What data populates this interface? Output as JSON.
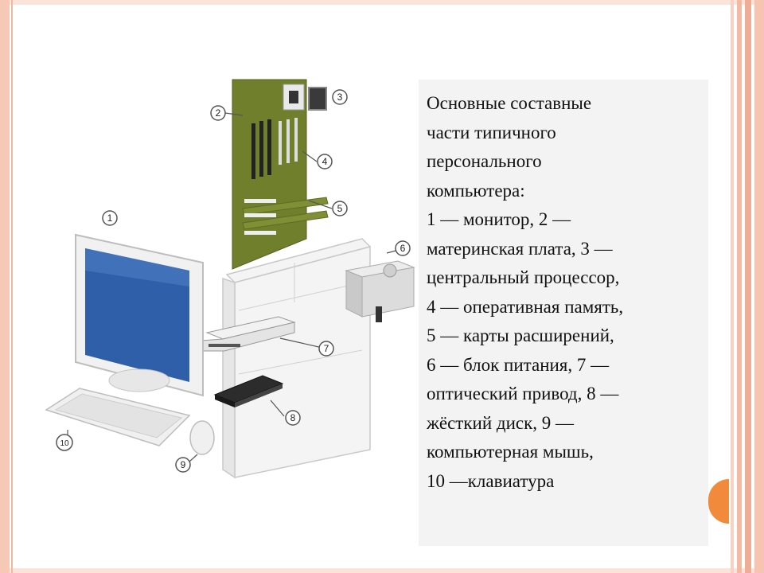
{
  "description_text": "Основные составные\nчасти типичного\nперсонального\nкомпьютера:\n1 — монитор, 2 —\nматеринская плата, 3 —\nцентральный процессор,\n4 — оперативная память,\n5 — карты расширений,\n6 — блок питания, 7 —\nоптический привод, 8 —\nжёсткий диск, 9 —\nкомпьютерная мышь,\n10 —клавиатура",
  "callouts": [
    "1",
    "2",
    "3",
    "4",
    "5",
    "6",
    "7",
    "8",
    "9",
    "10"
  ],
  "colors": {
    "accent_orange": "#f28a3c",
    "motherboard": "#6f7f2c",
    "screen": "#2f5fa8",
    "frame": "#f3b9a3",
    "panel_bg": "#f3f3f3"
  }
}
